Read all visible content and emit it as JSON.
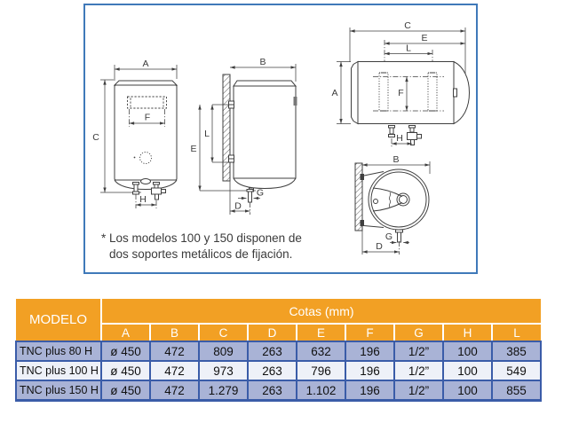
{
  "diagram": {
    "panel_border_color": "#3f79b9",
    "line_color": "#3f3f3f",
    "note": {
      "line1": "* Los modelos 100 y 150 disponen de",
      "line2": "dos soportes metálicos de fijación."
    },
    "labels": {
      "front_width": "A",
      "front_height": "C",
      "front_slot": "F",
      "front_pipes": "H",
      "side_depth": "B",
      "side_bracket_span": "L",
      "side_height": "E",
      "side_pipe": "G",
      "side_offset": "D",
      "horiz_length": "C",
      "horiz_inner": "E",
      "horiz_straps": "L",
      "horiz_diameter": "A",
      "horiz_slot": "F",
      "horiz_pipes": "H",
      "end_depth": "B",
      "end_pipe": "G",
      "end_offset": "D"
    }
  },
  "table": {
    "model_header": "MODELO",
    "group_header": "Cotas (mm)",
    "columns": [
      "A",
      "B",
      "C",
      "D",
      "E",
      "F",
      "G",
      "H",
      "L"
    ],
    "rows": [
      {
        "model": "TNC plus 80 H",
        "values": [
          "ø 450",
          "472",
          "809",
          "263",
          "632",
          "196",
          "1/2”",
          "100",
          "385"
        ]
      },
      {
        "model": "TNC plus 100 H",
        "values": [
          "ø 450",
          "472",
          "973",
          "263",
          "796",
          "196",
          "1/2”",
          "100",
          "549"
        ]
      },
      {
        "model": "TNC plus 150 H",
        "values": [
          "ø 450",
          "472",
          "1.279",
          "263",
          "1.102",
          "196",
          "1/2”",
          "100",
          "855"
        ]
      }
    ],
    "colors": {
      "header_bg": "#F2A024",
      "row_alt": "#A9B3D6",
      "row_base": "#EEF1F8",
      "border": "#3A5CA8"
    }
  }
}
